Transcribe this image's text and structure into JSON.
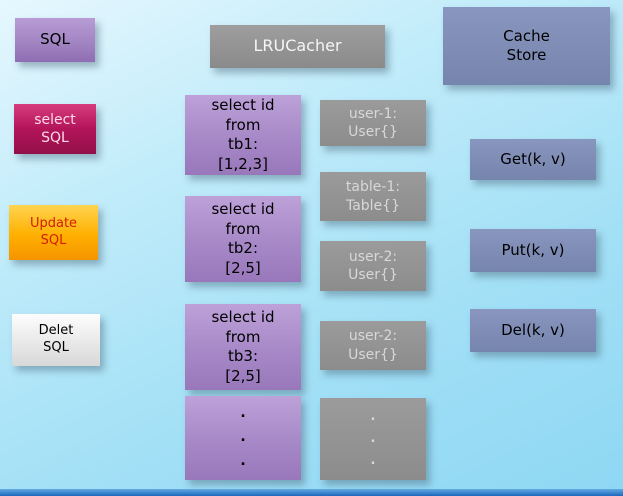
{
  "slide": {
    "top_row": {
      "sql": "SQL",
      "lru_cacher": "LRUCacher",
      "cache_store": "Cache\nStore"
    },
    "sql_ops": [
      {
        "label": "select\nSQL"
      },
      {
        "label": "Update\nSQL"
      },
      {
        "label": "Delet\nSQL"
      }
    ],
    "queries": [
      {
        "text": "select id\nfrom\ntb1:\n[1,2,3]"
      },
      {
        "text": "select id\nfrom\ntb2:\n[2,5]"
      },
      {
        "text": "select id\nfrom\ntb3:\n[2,5]"
      },
      {
        "text": ".\n.\n."
      }
    ],
    "cache_entries": [
      {
        "text": "user-1:\nUser{}"
      },
      {
        "text": "table-1:\nTable{}"
      },
      {
        "text": "user-2:\nUser{}"
      },
      {
        "text": "user-2:\nUser{}"
      },
      {
        "text": ".\n.\n."
      }
    ],
    "cache_ops": [
      {
        "label": "Get(k, v)"
      },
      {
        "label": "Put(k, v)"
      },
      {
        "label": "Del(k, v)"
      }
    ]
  },
  "colors": {
    "background_top": "#e6f7fe",
    "background_bottom": "#8ed7f3",
    "footer_bar": "#1c66bd",
    "purple_box": "#a285c3",
    "magenta_box": "#b3145a",
    "orange_box": "#ffb000",
    "gray_box": "#8c8c8c",
    "slate_box": "#7b89b1",
    "white_box": "#e9e9e9"
  }
}
